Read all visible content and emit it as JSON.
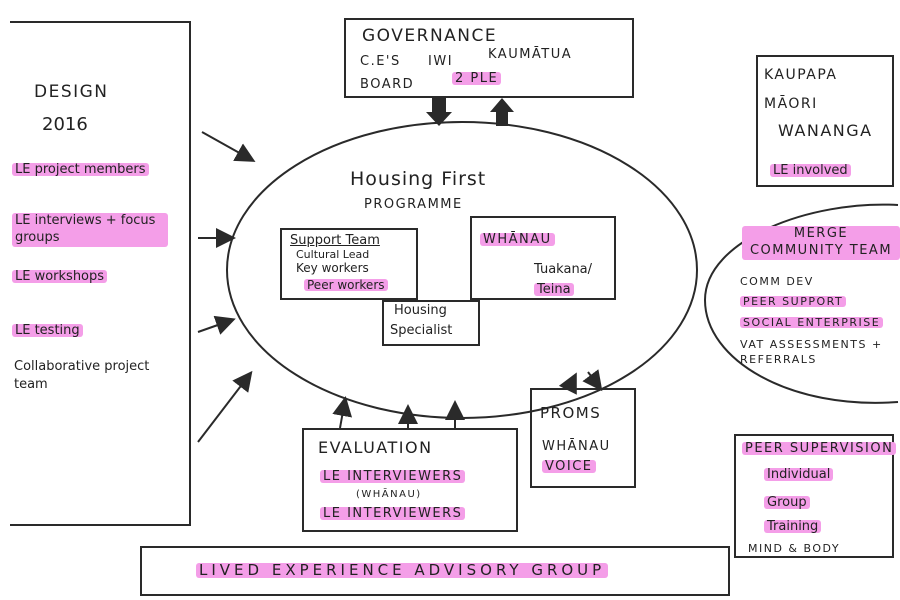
{
  "design": {
    "title_line1": "Design",
    "title_line2": "2016",
    "items": [
      "LE project members",
      "LE interviews + focus groups",
      "LE workshops",
      "LE testing"
    ],
    "note": "Collaborative project team"
  },
  "governance": {
    "title": "Governance",
    "items": [
      "C.E's",
      "IWI",
      "Kaumātua",
      "Board",
      "2 PLE"
    ]
  },
  "kaupapa": {
    "line1": "Kaupapa",
    "line2": "Māori",
    "line3": "Wananga",
    "item": "LE involved"
  },
  "programme": {
    "title": "Housing First",
    "subtitle": "Programme",
    "support_title": "Support Team",
    "support_items": [
      "Cultural Lead",
      "Key workers",
      "Peer workers"
    ],
    "whanau_title": "Whānau",
    "whanau_item_line1": "Tuakana/",
    "whanau_item_line2": "Teina",
    "housing_line1": "Housing",
    "housing_line2": "Specialist"
  },
  "merge": {
    "title": "Merge Community Team",
    "items": [
      "Comm Dev",
      "Peer Support",
      "Social Enterprise",
      "VAT Assessments + Referrals"
    ]
  },
  "evaluation": {
    "title": "Evaluation",
    "items": [
      "LE Interviewers",
      "(Whānau)",
      "LE Interviewers"
    ]
  },
  "proms": {
    "title": "PROMS",
    "item_line1": "Whānau",
    "item_line2": "Voice"
  },
  "peer_supervision": {
    "title": "Peer Supervision",
    "items": [
      "Individual",
      "Group",
      "Training"
    ],
    "footer": "Mind & Body"
  },
  "advisory": {
    "label": "Lived Experience Advisory Group"
  },
  "colors": {
    "highlight": "#f49ee8",
    "ink": "#2a2a2a"
  }
}
